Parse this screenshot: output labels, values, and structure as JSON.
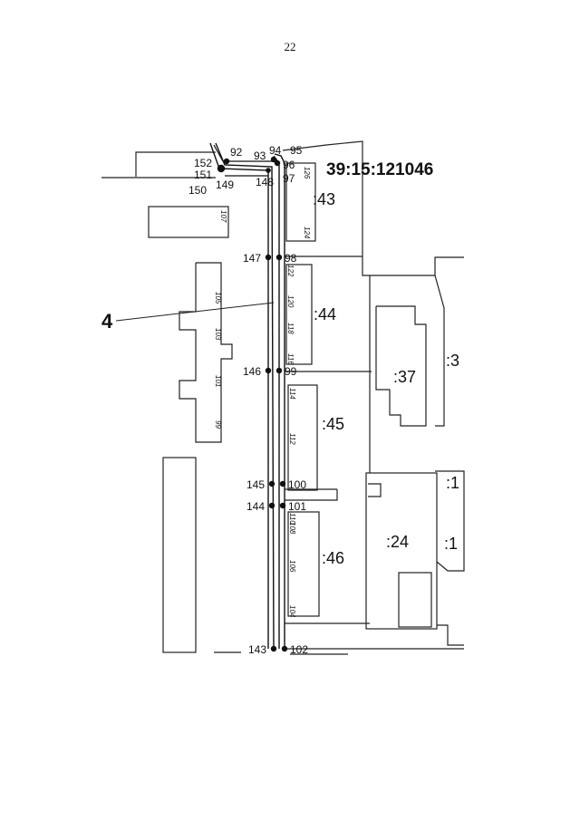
{
  "page_number": "22",
  "cadastral_block": "39:15:121046",
  "callout_label": "4",
  "parcels": [
    ":43",
    ":44",
    ":45",
    ":46",
    ":37",
    ":24",
    ":3",
    ":1",
    ":1"
  ],
  "boundary_points": [
    "92",
    "93",
    "94",
    "95",
    "96",
    "97",
    "98",
    "99",
    "100",
    "101",
    "102",
    "143",
    "144",
    "145",
    "146",
    "147",
    "148",
    "149",
    "150",
    "151",
    "152"
  ],
  "house_numbers": [
    "107",
    "105",
    "103",
    "101",
    "99",
    "126",
    "124",
    "122",
    "120",
    "118",
    "116",
    "114",
    "112",
    "110",
    "108",
    "106",
    "104"
  ]
}
